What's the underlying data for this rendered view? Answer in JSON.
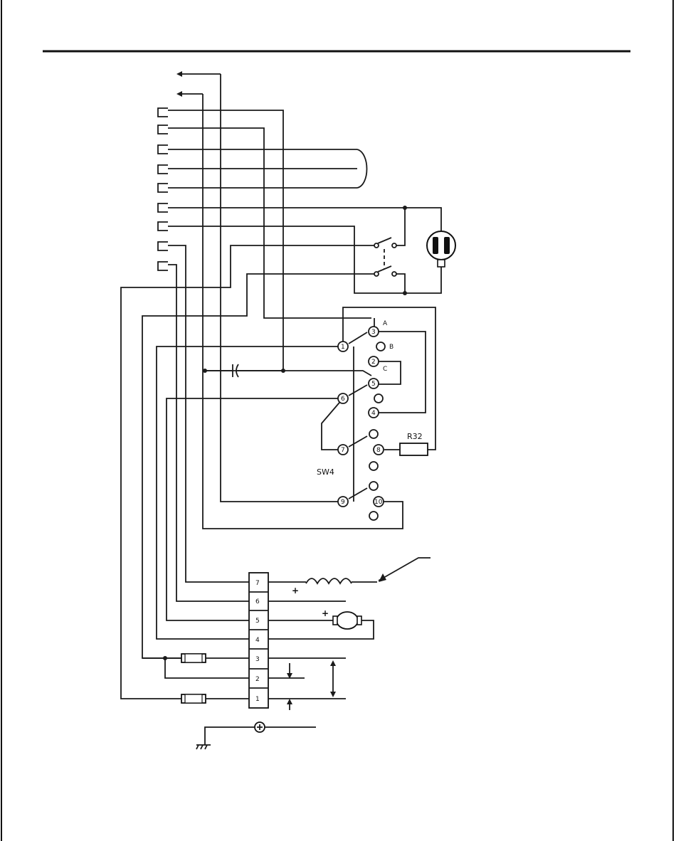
{
  "switch_name": "SW4",
  "resistor_label": "R32",
  "contact_labels": {
    "A": "A",
    "B": "B",
    "C": "C"
  },
  "switch_nodes": [
    "1",
    "2",
    "3",
    "4",
    "5",
    "6",
    "7",
    "8",
    "9",
    "10"
  ],
  "terminal_block": [
    "7",
    "6",
    "5",
    "4",
    "3",
    "2",
    "1"
  ],
  "polarity_coil": "+",
  "polarity_motor": "+",
  "colors": {
    "line": "#1a1a1a",
    "background": "#ffffff"
  }
}
